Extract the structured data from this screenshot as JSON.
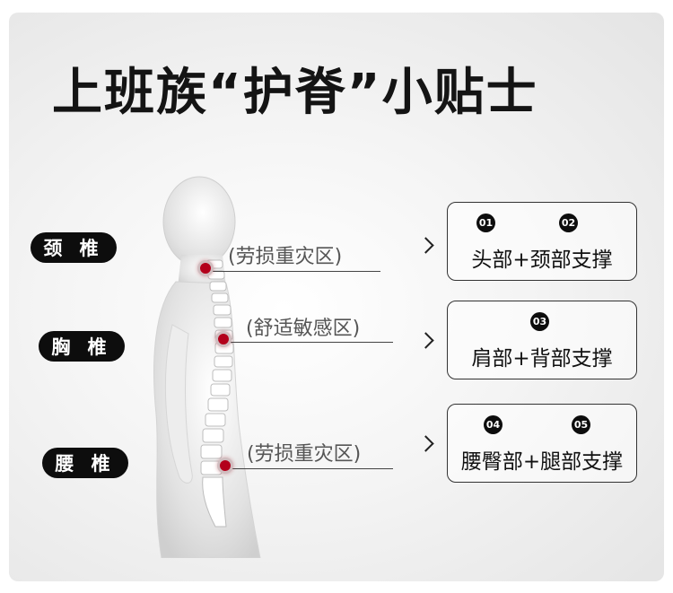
{
  "title": "上班族“护脊”小贴士",
  "icons": {
    "figure": "spine-figure-icon",
    "arrow": "chevron-right-icon"
  },
  "colors": {
    "marker": "#b3001b",
    "pill": "#0d0d0d",
    "title": "#141414"
  },
  "sections": [
    {
      "label": "颈 椎",
      "zone": "(劳损重灾区)",
      "support": "头部+颈部支撑",
      "badges": [
        "01",
        "02"
      ]
    },
    {
      "label": "胸 椎",
      "zone": "(舒适敏感区)",
      "support": "肩部+背部支撑",
      "badges": [
        "03"
      ]
    },
    {
      "label": "腰 椎",
      "zone": "(劳损重灾区)",
      "support": "腰臀部+腿部支撑",
      "badges": [
        "04",
        "05"
      ]
    }
  ]
}
